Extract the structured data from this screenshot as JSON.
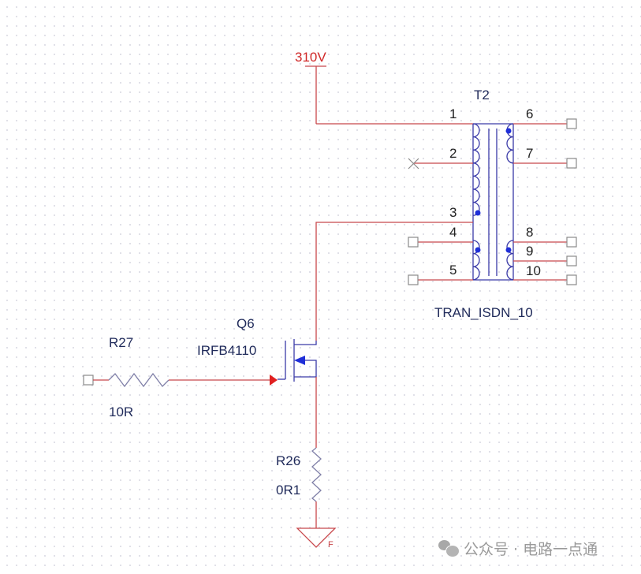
{
  "colors": {
    "wire": "#c8484c",
    "symbol": "#3a3aa8",
    "power_label": "#d02828",
    "port": "#8a8a8a",
    "text": "#1f2a5a"
  },
  "power": {
    "label": "310V"
  },
  "transformer": {
    "ref": "T2",
    "part": "TRAN_ISDN_10",
    "pins": [
      "1",
      "2",
      "3",
      "4",
      "5",
      "6",
      "7",
      "8",
      "9",
      "10"
    ]
  },
  "mosfet": {
    "ref": "Q6",
    "part": "IRFB4110"
  },
  "gate_resistor": {
    "ref": "R27",
    "value": "10R"
  },
  "sense_resistor": {
    "ref": "R26",
    "value": "0R1"
  },
  "ground": {
    "label": "F"
  },
  "watermark": {
    "icon": "wechat-icon",
    "text": "公众号 · 电路一点通"
  }
}
